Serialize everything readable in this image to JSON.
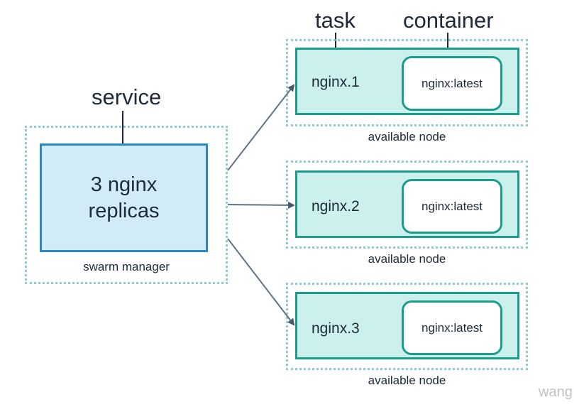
{
  "labels": {
    "service": "service",
    "task": "task",
    "container": "container"
  },
  "manager": {
    "service_line1": "3 nginx",
    "service_line2": "replicas",
    "caption": "swarm manager"
  },
  "nodes": [
    {
      "task": "nginx.1",
      "container": "nginx:latest",
      "caption": "available node"
    },
    {
      "task": "nginx.2",
      "container": "nginx:latest",
      "caption": "available node"
    },
    {
      "task": "nginx.3",
      "container": "nginx:latest",
      "caption": "available node"
    }
  ],
  "watermark": "wang",
  "colors": {
    "service_fill": "#d1ecf8",
    "service_border": "#2b86c4",
    "task_fill": "#ccf0ec",
    "task_border": "#1b9c8c",
    "dotted_border": "#8fc9d7",
    "arrow": "#5f7382"
  }
}
